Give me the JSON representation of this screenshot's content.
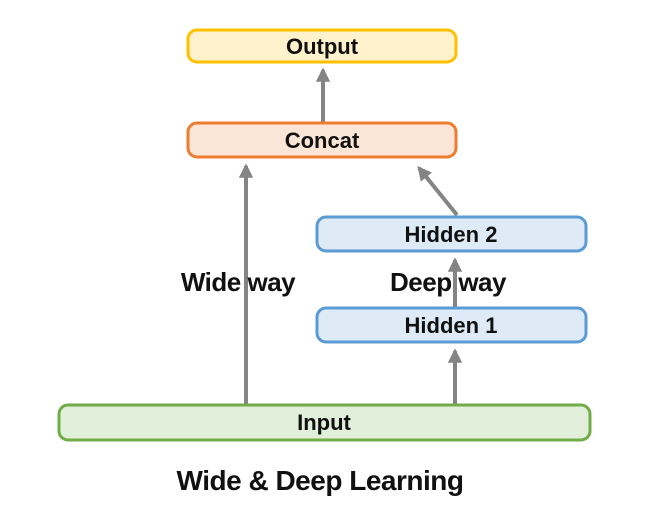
{
  "title": "Wide & Deep Learning",
  "colors": {
    "background": "#ffffff",
    "arrow": "#848484",
    "text": "#111111",
    "output_border": "#FFC000",
    "output_fill": "#FFF2CC",
    "concat_border": "#ED7D31",
    "concat_fill": "#FBE5D6",
    "hidden_border": "#5B9BD5",
    "hidden_fill": "#DEEBF7",
    "input_border": "#70AD47",
    "input_fill": "#E2EFDA"
  },
  "nodes": {
    "output": {
      "label": "Output",
      "fill": "#FFF2CC",
      "border": "#FFC000"
    },
    "concat": {
      "label": "Concat",
      "fill": "#FBE5D6",
      "border": "#ED7D31"
    },
    "hidden2": {
      "label": "Hidden 2",
      "fill": "#DEEBF7",
      "border": "#5B9BD5"
    },
    "hidden1": {
      "label": "Hidden 1",
      "fill": "#DEEBF7",
      "border": "#5B9BD5"
    },
    "input": {
      "label": "Input",
      "fill": "#E2EFDA",
      "border": "#70AD47"
    }
  },
  "edges": {
    "wide_label": "Wide way",
    "deep_label": "Deep way"
  }
}
